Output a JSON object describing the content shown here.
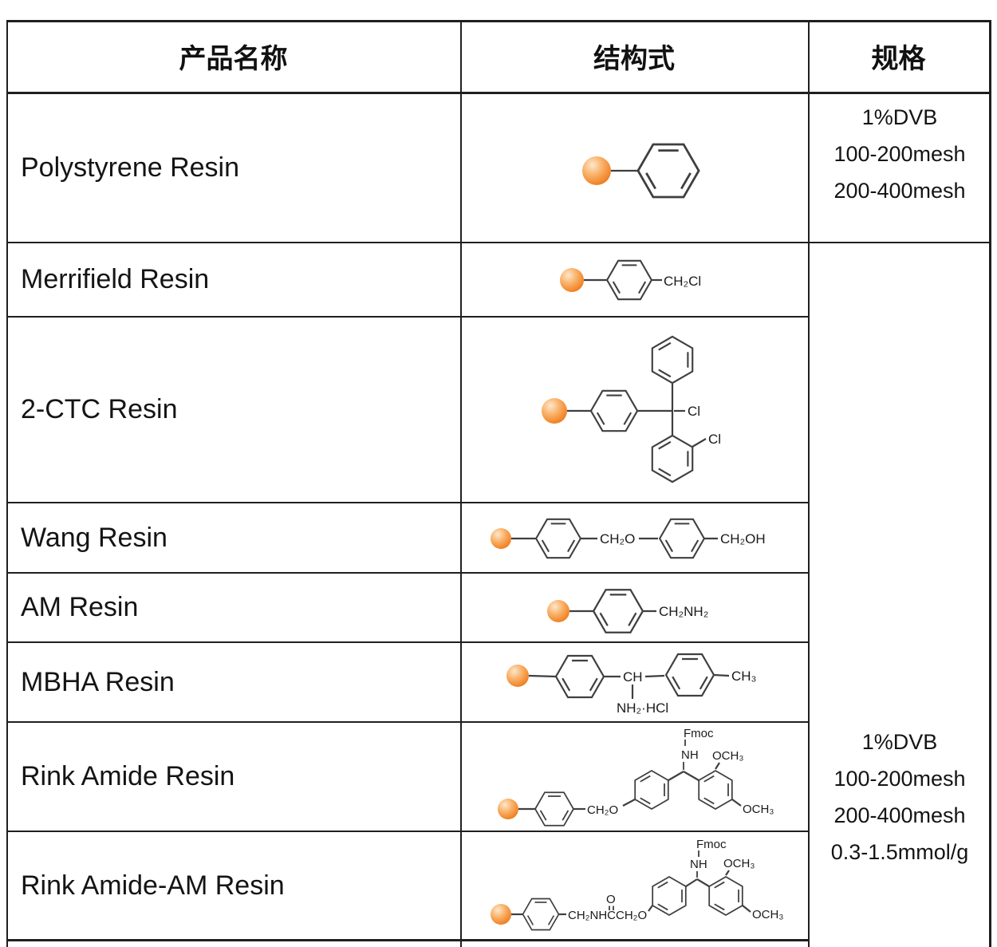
{
  "header": {
    "col1": "产品名称",
    "col2": "结构式",
    "col3": "规格"
  },
  "products": [
    "Polystyrene Resin",
    "Merrifield Resin",
    "2-CTC Resin",
    "Wang Resin",
    "AM Resin",
    "MBHA Resin",
    "Rink Amide Resin",
    "Rink Amide-AM Resin"
  ],
  "spec_row1": {
    "line1": "1%DVB",
    "line2": "100-200mesh",
    "line3": "200-400mesh"
  },
  "spec_merged": {
    "line1": "1%DVB",
    "line2": "100-200mesh",
    "line3": "200-400mesh",
    "line4": "0.3-1.5mmol/g"
  },
  "labels": {
    "merrifield_ch2cl": "CH₂Cl",
    "ctc_cl_center": "Cl",
    "ctc_cl_ring": "Cl",
    "wang_ch2o": "CH₂O",
    "wang_ch2oh": "CH₂OH",
    "am_ch2nh2": "CH₂NH₂",
    "mbha_ch": "CH",
    "mbha_ch3": "CH₃",
    "mbha_nh2hcl": "NH₂·HCl",
    "rink_ch2o": "CH₂O",
    "rink_nh": "NH",
    "rink_fmoc": "Fmoc",
    "rink_och3_top": "OCH₃",
    "rink_och3_bottom": "OCH₃",
    "rinkam_chain": "CH₂NHCCH₂O",
    "rinkam_o": "O",
    "rinkam_nh": "NH",
    "rinkam_fmoc": "Fmoc",
    "rinkam_och3_top": "OCH₃",
    "rinkam_och3_bottom": "OCH₃"
  },
  "colors": {
    "border": "#1f1f1f",
    "bond": "#3f3f3f",
    "text": "#1a1a1a",
    "bead_highlight": "#fde7cb",
    "bead_mid": "#f9ad62",
    "bead_dark": "#f08326",
    "bead_edge": "#e9761e"
  }
}
